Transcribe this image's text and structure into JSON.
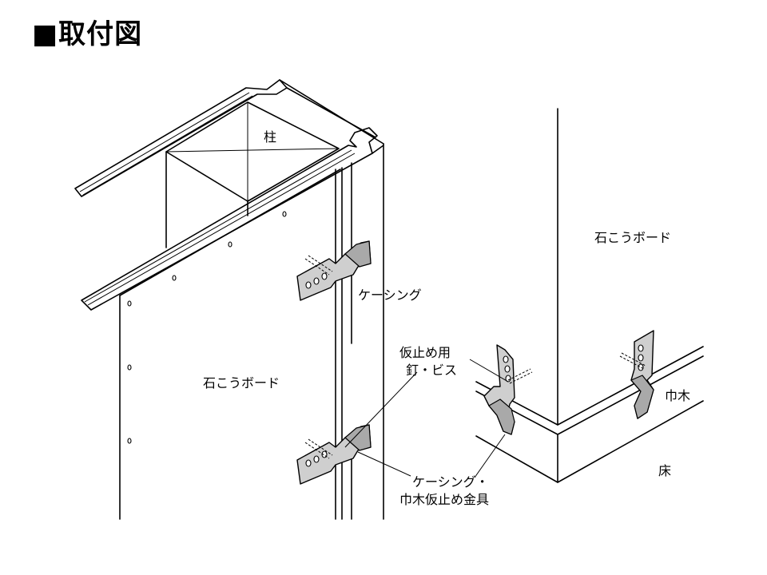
{
  "title": "■取付図",
  "labels": {
    "pillar": "柱",
    "gypsum_board_left": "石こうボード",
    "gypsum_board_right": "石こうボード",
    "casing": "ケーシング",
    "temp_nail_line1": "仮止め用",
    "temp_nail_line2": "釘・ビス",
    "bracket_line1": "ケーシング・",
    "bracket_line2": "巾木仮止め金具",
    "baseboard": "巾木",
    "floor": "床"
  }
}
